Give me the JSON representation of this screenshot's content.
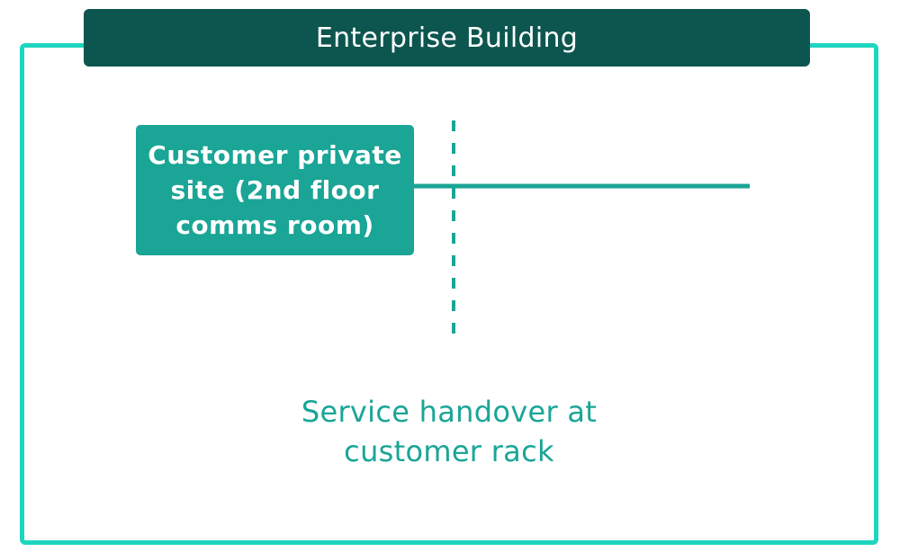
{
  "header": {
    "title": "Enterprise Building"
  },
  "site": {
    "label": "Customer private site (2nd floor comms room)"
  },
  "handover": {
    "label": "Service handover at customer rack"
  },
  "colors": {
    "frame": "#1ed6bf",
    "header_bg": "#0d564f",
    "site_bg": "#1aa596",
    "line": "#1aa596",
    "handover_text": "#1aa596"
  }
}
